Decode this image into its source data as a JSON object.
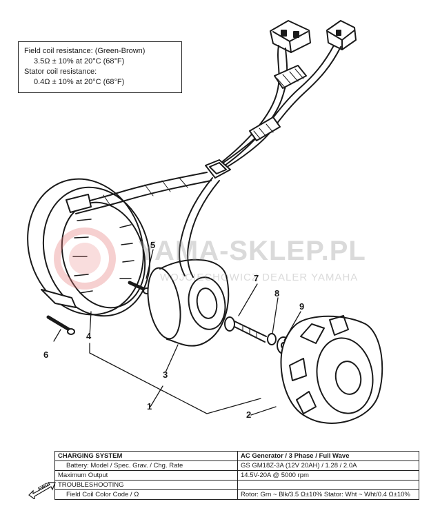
{
  "spec_note": {
    "line1": "Field coil resistance: (Green-Brown)",
    "line2": "3.5Ω ± 10% at 20°C (68°F)",
    "line3": "Stator coil resistance:",
    "line4": "0.4Ω ± 10% at 20°C (68°F)"
  },
  "watermark": {
    "main": "YAMA-SKLEP.PL",
    "sub": "WOJCIECHOWICZ DEALER YAMAHA"
  },
  "callouts": [
    "1",
    "2",
    "3",
    "4",
    "5",
    "6",
    "7",
    "8",
    "9"
  ],
  "fwd_label": "FWD",
  "table": {
    "rows": [
      {
        "label": "CHARGING SYSTEM",
        "value": "AC Generator / 3 Phase / Full Wave"
      },
      {
        "label": "Battery: Model / Spec. Grav. / Chg. Rate",
        "value": "GS GM18Z-3A (12V 20AH) / 1.28 / 2.0A"
      },
      {
        "label": "Maximum Output",
        "value": "14.5V-20A @ 5000 rpm"
      },
      {
        "label": "TROUBLESHOOTING",
        "value": ""
      },
      {
        "label": "Field Coil Color Code / Ω",
        "value": "Rotor: Grn ~ Blk/3.5 Ω±10%  Stator: Wht ~ Wht/0.4 Ω±10%"
      }
    ]
  }
}
